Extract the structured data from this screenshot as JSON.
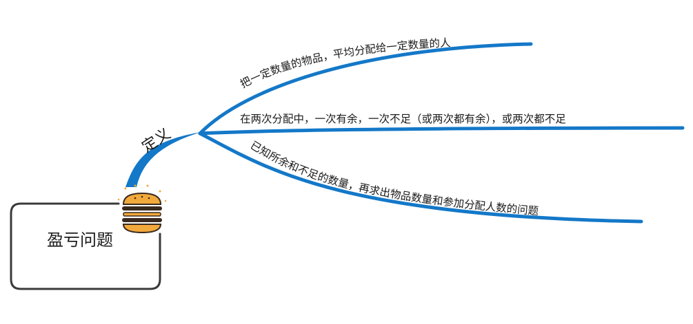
{
  "root": {
    "label": "盈亏问题"
  },
  "topic": {
    "label": "定义"
  },
  "leaves": [
    {
      "label": "把一定数量的物品，平均分配给一定数量的人"
    },
    {
      "label": "在两次分配中，一次有余，一次不足（或两次都有余），或两次都不足"
    },
    {
      "label": "已知所余和不足的数量，再求出物品数量和参加分配人数的问题"
    }
  ],
  "colors": {
    "branch": "#1478c8",
    "box_stroke": "#3a3a3a",
    "bun": "#f2a93b",
    "patty": "#3a2a1e",
    "sparkle": "#f2a93b"
  },
  "icons": {
    "root_icon": "hamburger-icon"
  }
}
